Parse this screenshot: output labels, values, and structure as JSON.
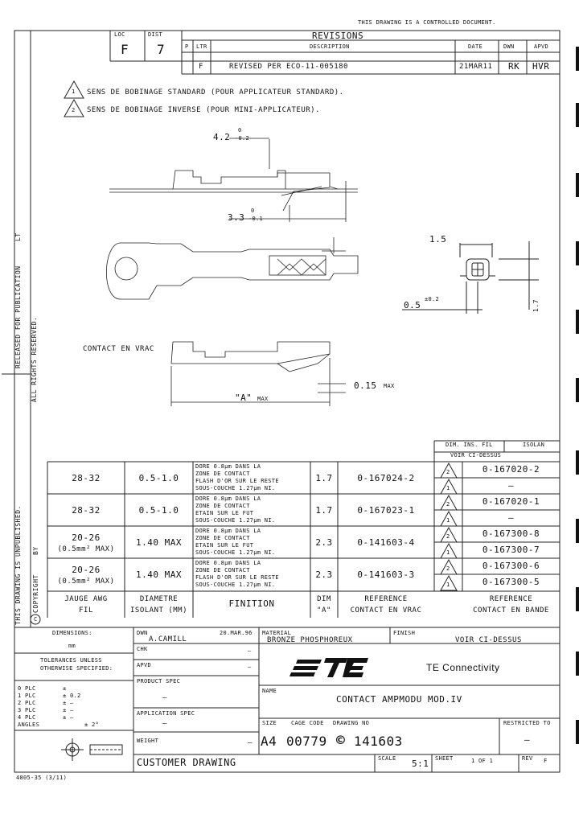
{
  "header_notice": "THIS DRAWING IS A CONTROLLED DOCUMENT.",
  "revisions": {
    "loc_label": "LOC",
    "dist_label": "DIST",
    "loc": "F",
    "dist": "7",
    "title": "REVISIONS",
    "cols": {
      "p": "P",
      "ltr": "LTR",
      "description": "DESCRIPTION",
      "date": "DATE",
      "dwn": "DWN",
      "apvd": "APVD"
    },
    "row": {
      "ltr": "F",
      "description": "REVISED PER ECO-11-005180",
      "date": "21MAR11",
      "dwn": "RK",
      "apvd": "HVR"
    }
  },
  "notes": [
    {
      "num": "1",
      "text": "SENS DE BOBINAGE STANDARD (POUR APPLICATEUR STANDARD)."
    },
    {
      "num": "2",
      "text": "SENS DE BOBINAGE INVERSE (POUR MINI-APPLICATEUR)."
    }
  ],
  "dims": {
    "d42": "4.2",
    "d42_tol_up": "0",
    "d42_tol_dn": "-0.2",
    "d33": "3.3",
    "d33_tol_up": "0",
    "d33_tol_dn": "-0.1",
    "d15": "1.5",
    "d05": "0.5",
    "d05_tol": "±0.2",
    "d17": "1.7",
    "d015": "0.15",
    "max": "MAX",
    "a_max": "\"A\"",
    "a_max_suffix": "MAX"
  },
  "contact_vrac_label": "CONTACT EN VRAC",
  "table": {
    "dim_header_1": "DIM. INS. FIL",
    "dim_header_2": "VOIR CI-DESSUS",
    "isolan_header": "ISOLAN",
    "rows": [
      {
        "gauge": "28-32",
        "gauge2": "",
        "diam": "0.5-1.0",
        "finish": [
          "DORE 0.8µm DANS LA",
          "ZONE DE CONTACT",
          "FLASH D'OR SUR LE RESTE",
          "SOUS-COUCHE 1.27µm NI."
        ],
        "dim": "1.7",
        "ref_vrac": "0-167024-2",
        "refs": [
          {
            "num": "2",
            "ref": "0-167020-2"
          },
          {
            "num": "1",
            "ref": "—"
          }
        ]
      },
      {
        "gauge": "28-32",
        "gauge2": "",
        "diam": "0.5-1.0",
        "finish": [
          "DORE 0.8µm DANS LA",
          "ZONE DE CONTACT",
          "ETAIN SUR LE FUT",
          "SOUS-COUCHE 1.27µm NI."
        ],
        "dim": "1.7",
        "ref_vrac": "0-167023-1",
        "refs": [
          {
            "num": "2",
            "ref": "0-167020-1"
          },
          {
            "num": "1",
            "ref": "—"
          }
        ]
      },
      {
        "gauge": "20-26",
        "gauge2": "(0.5mm² MAX)",
        "diam": "1.40 MAX",
        "finish": [
          "DORE 0.8µm DANS LA",
          "ZONE DE CONTACT",
          "ETAIN SUR LE FUT",
          "SOUS-COUCHE 1.27µm NI."
        ],
        "dim": "2.3",
        "ref_vrac": "0-141603-4",
        "refs": [
          {
            "num": "2",
            "ref": "0-167300-8"
          },
          {
            "num": "1",
            "ref": "0-167300-7"
          }
        ]
      },
      {
        "gauge": "20-26",
        "gauge2": "(0.5mm² MAX)",
        "diam": "1.40 MAX",
        "finish": [
          "DORE 0.8µm DANS LA",
          "ZONE DE CONTACT",
          "FLASH D'OR SUR LE RESTE",
          "SOUS-COUCHE 1.27µm NI."
        ],
        "dim": "2.3",
        "ref_vrac": "0-141603-3",
        "refs": [
          {
            "num": "2",
            "ref": "0-167300-6"
          },
          {
            "num": "1",
            "ref": "0-167300-5"
          }
        ]
      }
    ],
    "foot": {
      "gauge": [
        "JAUGE AWG",
        "FIL"
      ],
      "diam": [
        "DIAMETRE",
        "ISOLANT (MM)"
      ],
      "finish": "FINITION",
      "dim": [
        "DIM",
        "\"A\""
      ],
      "vrac": [
        "REFERENCE",
        "CONTACT EN VRAC"
      ],
      "bande": [
        "REFERENCE",
        "CONTACT EN BANDE"
      ]
    }
  },
  "side_text": {
    "unpublished": "THIS DRAWING IS UNPUBLISHED.",
    "copyright": "COPYRIGHT",
    "by": "BY",
    "released": "RELEASED FOR PUBLICATION",
    "rights": "ALL RIGHTS RESERVED.",
    "lt": "LT",
    "c": "C"
  },
  "title_block": {
    "dimensions_label": "DIMENSIONS:",
    "dimensions_val": "mm",
    "tolerances": [
      "TOLERANCES UNLESS",
      "OTHERWISE SPECIFIED:"
    ],
    "plc": [
      [
        "0 PLC",
        "±"
      ],
      [
        "1 PLC",
        "± 0.2"
      ],
      [
        "2 PLC",
        "± —"
      ],
      [
        "3 PLC",
        "± —"
      ],
      [
        "4 PLC",
        "± —"
      ],
      [
        "ANGLES",
        "± 2°"
      ]
    ],
    "dwn_label": "DWN",
    "dwn": "A.CAMILL",
    "dwn_date": "20.MAR.96",
    "chk_label": "CHK",
    "chk": "—",
    "apvd_label": "APVD",
    "apvd": "—",
    "product_spec_label": "PRODUCT SPEC",
    "product_spec": "—",
    "application_spec_label": "APPLICATION SPEC",
    "application_spec": "—",
    "weight_label": "WEIGHT",
    "weight": "—",
    "material_label": "MATERIAL",
    "material": "BRONZE PHOSPHOREUX",
    "finish_label": "FINISH",
    "finish": "VOIR CI-DESSUS",
    "company": "TE Connectivity",
    "name_label": "NAME",
    "name": "CONTACT AMPMODU MOD.IV",
    "size_label": "SIZE",
    "cage_label": "CAGE CODE",
    "dwg_label": "DRAWING NO",
    "restricted_label": "RESTRICTED TO",
    "size": "A4",
    "cage": "00779",
    "dwg": "141603",
    "restricted": "—",
    "scale_label": "SCALE",
    "scale": "5:1",
    "sheet_label": "SHEET",
    "sheet": "1 OF 1",
    "rev_label": "REV",
    "rev": "F",
    "customer_drawing": "CUSTOMER DRAWING",
    "form": "4805-35 (3/11)"
  }
}
